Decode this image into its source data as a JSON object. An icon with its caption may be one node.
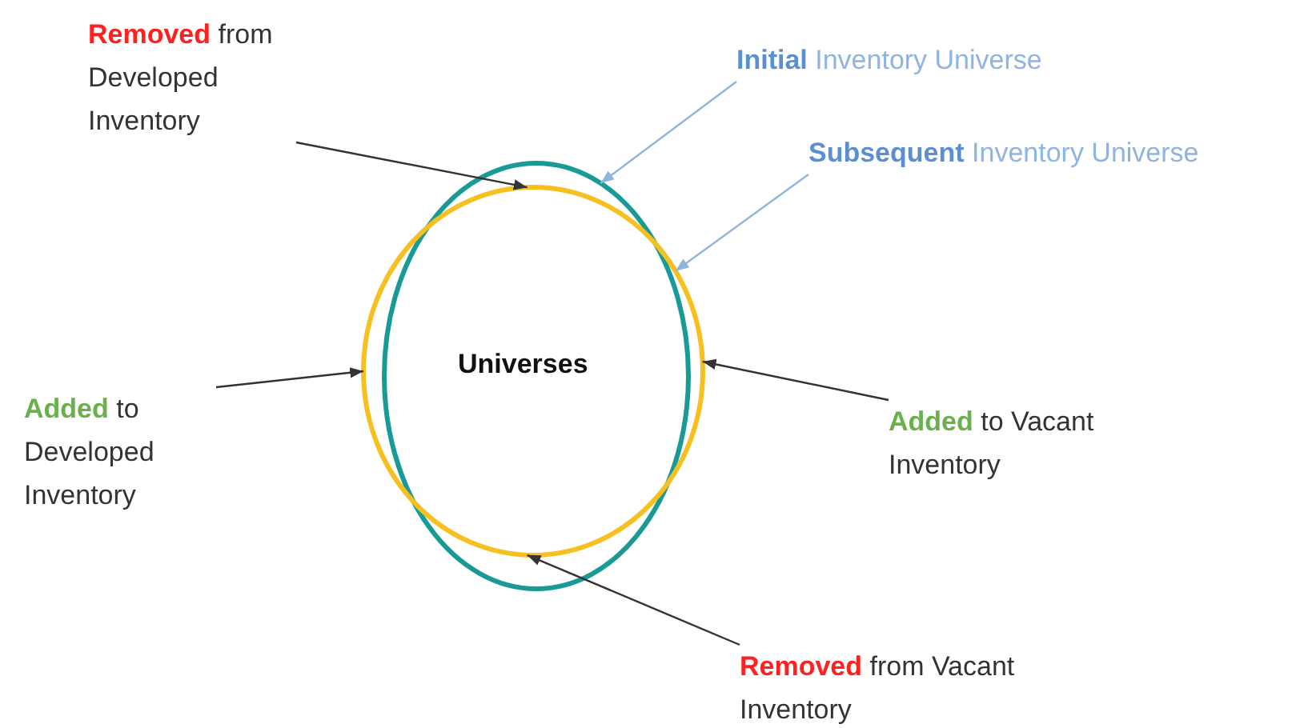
{
  "diagram": {
    "nodes": [
      {
        "text": [],
        "shape": "ellipse"
      },
      {
        "text": [],
        "shape": "ellipse"
      },
      {
        "text": [
          "**Removed** from Developed Inventory"
        ]
      },
      {
        "text": [
          "**Initial** Inventory Universe"
        ]
      },
      {
        "text": [
          "**Subsequent** Inventory Universe"
        ]
      },
      {
        "text": [
          "**Added** to Developed Inventory"
        ]
      },
      {
        "text": [
          "**Added** to Vacant Inventory"
        ]
      },
      {
        "text": [
          "**Removed** from Vacant Inventory"
        ]
      }
    ],
    "edges": [
      {
        "from": 2,
        "to": 1,
        "arrow": "to"
      },
      {
        "from": 3,
        "to": 0,
        "arrow": "to",
        "color": "#8fb4e0"
      },
      {
        "from": 4,
        "to": 1,
        "arrow": "to",
        "color": "#8fb4e0"
      },
      {
        "from": 5,
        "to": 1,
        "arrow": "to"
      },
      {
        "from": 6,
        "to": 1,
        "arrow": "to"
      },
      {
        "from": 7,
        "to": 1,
        "arrow": "to"
      }
    ],
    "labels": [
      "Universes"
    ]
  }
}
